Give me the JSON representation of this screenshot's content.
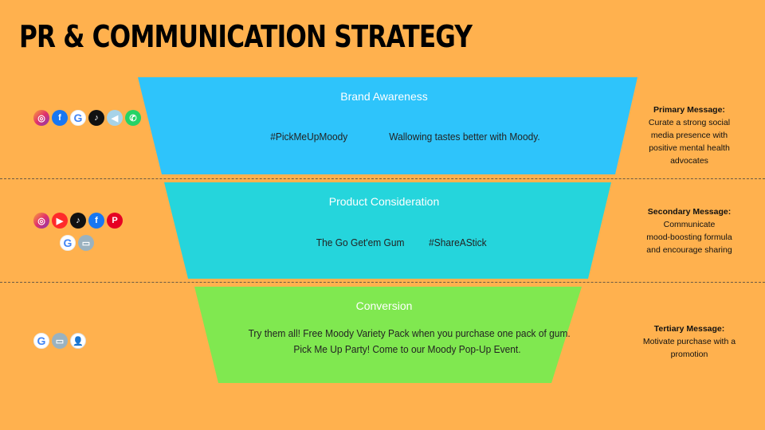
{
  "title": "PR & COMMUNICATION STRATEGY",
  "stages": [
    {
      "label": "Brand Awareness",
      "color": "#2ec4fb",
      "texts": [
        "#PickMeUpMoody",
        "Wallowing tastes better with Moody."
      ],
      "message_title": "Primary Message:",
      "message_lines": [
        "Curate a strong social",
        "media presence with",
        "positive mental health",
        "advocates"
      ],
      "icons": [
        "instagram-icon",
        "facebook-icon",
        "google-icon",
        "tiktok-icon",
        "audio-icon",
        "whatsapp-icon"
      ]
    },
    {
      "label": "Product Consideration",
      "color": "#25d5dc",
      "texts": [
        "The Go Get'em Gum",
        "#ShareAStick"
      ],
      "message_title": "Secondary Message:",
      "message_lines": [
        "Communicate",
        "mood-boosting formula",
        "and encourage sharing"
      ],
      "icons": [
        "instagram-icon",
        "youtube-icon",
        "tiktok-icon",
        "facebook-icon",
        "pinterest-icon",
        "google-icon",
        "computer-icon"
      ]
    },
    {
      "label": "Conversion",
      "color": "#80e850",
      "texts": [
        "Try them all! Free Moody Variety Pack when you purchase one pack of gum.",
        "Pick Me Up Party!  Come to our Moody Pop-Up Event."
      ],
      "message_title": "Tertiary Message:",
      "message_lines": [
        "Motivate purchase with a",
        "promotion"
      ],
      "icons": [
        "google-icon",
        "computer-icon",
        "person-icon"
      ]
    }
  ]
}
